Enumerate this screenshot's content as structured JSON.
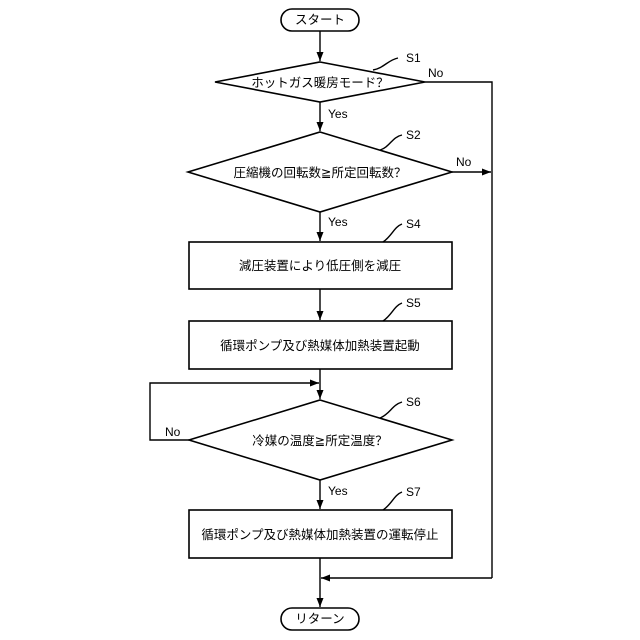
{
  "flowchart": {
    "start": "スタート",
    "end": "リターン",
    "steps": {
      "s1": {
        "id": "S1",
        "text": "ホットガス暖房モード？"
      },
      "s2": {
        "id": "S2",
        "text": "圧縮機の回転数≧所定回転数？"
      },
      "s4": {
        "id": "S4",
        "text": "減圧装置により低圧側を減圧"
      },
      "s5": {
        "id": "S5",
        "text": "循環ポンプ及び熱媒体加熱装置起動"
      },
      "s6": {
        "id": "S6",
        "text": "冷媒の温度≧所定温度？"
      },
      "s7": {
        "id": "S7",
        "text": "循環ポンプ及び熱媒体加熱装置の運転停止"
      }
    },
    "branches": {
      "s1_yes": "Yes",
      "s1_no": "No",
      "s2_yes": "Yes",
      "s2_no": "No",
      "s6_yes": "Yes",
      "s6_no": "No"
    }
  }
}
